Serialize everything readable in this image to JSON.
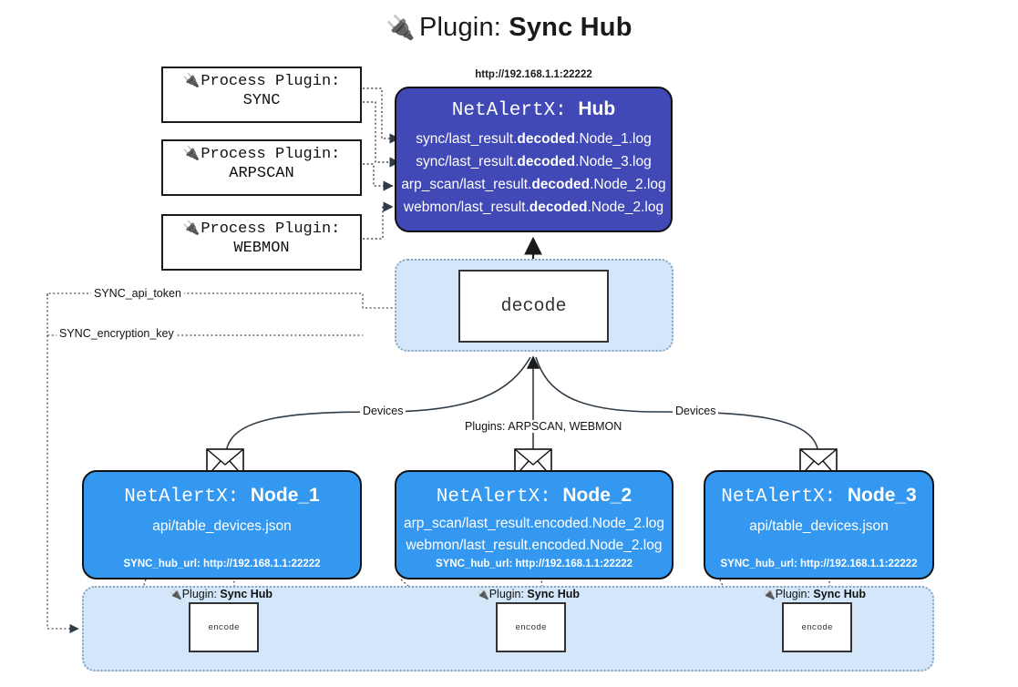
{
  "title": {
    "icon": "plug-icon",
    "prefix": "Plugin: ",
    "name": "Sync Hub"
  },
  "process_plugins": [
    {
      "icon": "plug-icon",
      "line1": "Process Plugin:",
      "line2": "SYNC"
    },
    {
      "icon": "plug-icon",
      "line1": "Process Plugin:",
      "line2": "ARPSCAN"
    },
    {
      "icon": "plug-icon",
      "line1": "Process Plugin:",
      "line2": "WEBMON"
    }
  ],
  "hub": {
    "url_label": "http://192.168.1.1:22222",
    "title_prefix": "NetAlertX: ",
    "title_name": "Hub",
    "lines": [
      {
        "pre": "sync/last_result.",
        "strong": "decoded",
        "post": ".Node_1.log"
      },
      {
        "pre": "sync/last_result.",
        "strong": "decoded",
        "post": ".Node_3.log"
      },
      {
        "pre": "arp_scan/last_result.",
        "strong": "decoded",
        "post": ".Node_2.log"
      },
      {
        "pre": "webmon/last_result.",
        "strong": "decoded",
        "post": ".Node_2.log"
      }
    ],
    "color": "#4049b5"
  },
  "decode": {
    "label": "decode",
    "container_color": "#d4e7fa"
  },
  "secrets": [
    {
      "label": "SYNC_api_token"
    },
    {
      "label": "SYNC_encryption_key"
    }
  ],
  "edges": [
    {
      "label": "Devices"
    },
    {
      "label": "Plugins: ARPSCAN, WEBMON"
    },
    {
      "label": "Devices"
    }
  ],
  "nodes": [
    {
      "icon": "envelope-icon",
      "title_prefix": "NetAlertX: ",
      "title_name": "Node_1",
      "lines": [
        "api/table_devices.json"
      ],
      "footer": "SYNC_hub_url: http://192.168.1.1:22222",
      "color": "#3498f0"
    },
    {
      "icon": "envelope-icon",
      "title_prefix": "NetAlertX: ",
      "title_name": "Node_2",
      "lines": [
        "arp_scan/last_result.encoded.Node_2.log",
        "webmon/last_result.encoded.Node_2.log"
      ],
      "footer": "SYNC_hub_url: http://192.168.1.1:22222",
      "color": "#3498f0"
    },
    {
      "icon": "envelope-icon",
      "title_prefix": "NetAlertX: ",
      "title_name": "Node_3",
      "lines": [
        "api/table_devices.json"
      ],
      "footer": "SYNC_hub_url: http://192.168.1.1:22222",
      "color": "#3498f0"
    }
  ],
  "encoders": [
    {
      "plugin_icon": "plug-icon",
      "plugin_prefix": "Plugin: ",
      "plugin_name": "Sync Hub",
      "label": "encode"
    },
    {
      "plugin_icon": "plug-icon",
      "plugin_prefix": "Plugin: ",
      "plugin_name": "Sync Hub",
      "label": "encode"
    },
    {
      "plugin_icon": "plug-icon",
      "plugin_prefix": "Plugin: ",
      "plugin_name": "Sync Hub",
      "label": "encode"
    }
  ]
}
